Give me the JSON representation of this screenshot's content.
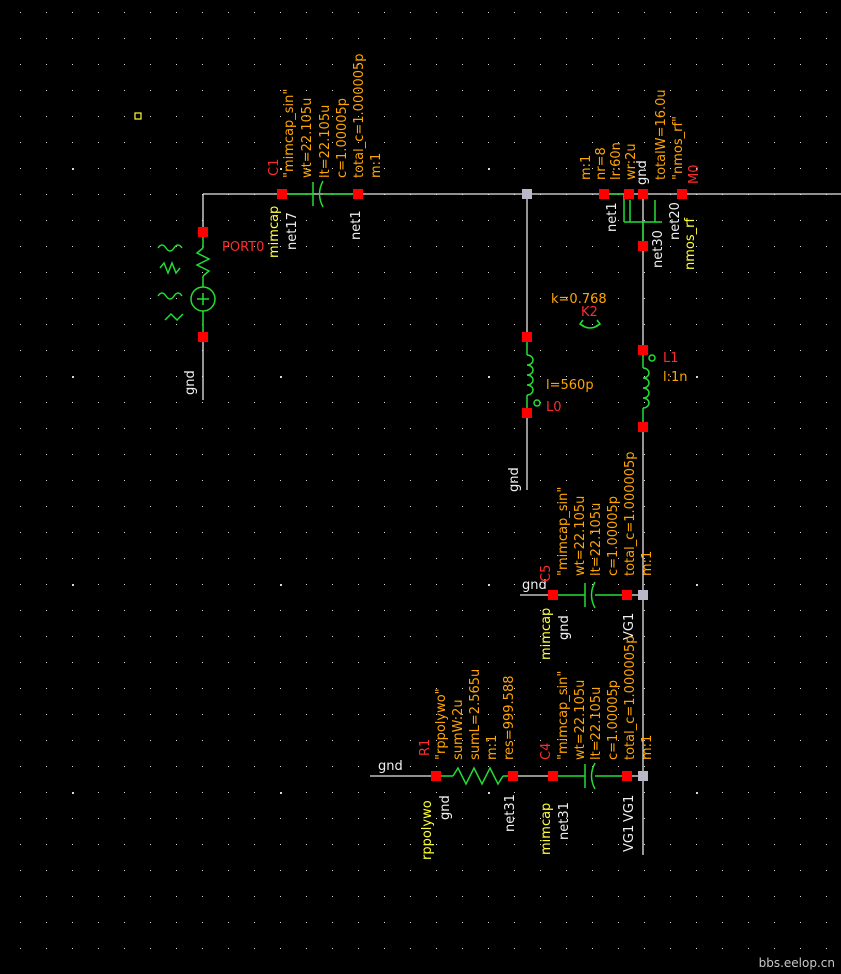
{
  "watermark": "bbs.eelop.cn",
  "ports": {
    "port0": {
      "name": "PORT0"
    }
  },
  "components": {
    "c1": {
      "instance": "C1",
      "cell": "mimcap",
      "params": [
        "\"mimcap_sin\"",
        "wt=22.105u",
        "lt=22.105u",
        "c=1.00005p",
        "total_c=1.000005p",
        "m:1"
      ],
      "nets": [
        "net17",
        "net1"
      ]
    },
    "m0": {
      "instance": "M0",
      "cell": "nmos_rf",
      "params": [
        "m:1",
        "nr=8",
        "lr:60n",
        "wr:2u",
        "totalW=16.0u",
        "\"nmos_rf\""
      ],
      "nets": [
        "gnd",
        "net1",
        "net20",
        "net30"
      ]
    },
    "k2": {
      "instance": "K2",
      "param": "k=0.768"
    },
    "l0": {
      "instance": "L0",
      "param": "l=560p",
      "net": "gnd"
    },
    "l1": {
      "instance": "L1",
      "param": "l:1n"
    },
    "c5": {
      "instance": "C5",
      "cell": "mimcap",
      "params": [
        "\"mimcap_sin\"",
        "wt=22.105u",
        "lt=22.105u",
        "c=1.00005p",
        "total_c=1.000005p",
        "m:1"
      ],
      "nets": [
        "gnd",
        "VG1"
      ]
    },
    "c4": {
      "instance": "C4",
      "cell": "mimcap",
      "params": [
        "\"mimcap_sin\"",
        "wt=22.105u",
        "lt=22.105u",
        "c=1.00005p",
        "total_c=1.000005p",
        "m:1"
      ],
      "nets": [
        "net31",
        "VG1"
      ]
    },
    "r1": {
      "instance": "R1",
      "cell": "rppolywo",
      "params": [
        "\"rppolywo\"",
        "sumW:2u",
        "sumL=2.565u",
        "m:1",
        "res=999.588"
      ],
      "nets": [
        "gnd",
        "net31"
      ]
    }
  },
  "net_labels": {
    "gnd_port": "gnd",
    "gnd_l0": "gnd",
    "gnd_c5": "gnd",
    "gnd_r1": "gnd",
    "vg1_bottom": "VG1"
  },
  "colors": {
    "background": "#000000",
    "wire": "#e6e6e6",
    "pin": "#ff0000",
    "instance_label": "#ff2b2b",
    "parameter_text": "#ffa500",
    "cell_name": "#ffff33",
    "net_label": "#f0f0f0",
    "symbol": "#22dd33"
  }
}
